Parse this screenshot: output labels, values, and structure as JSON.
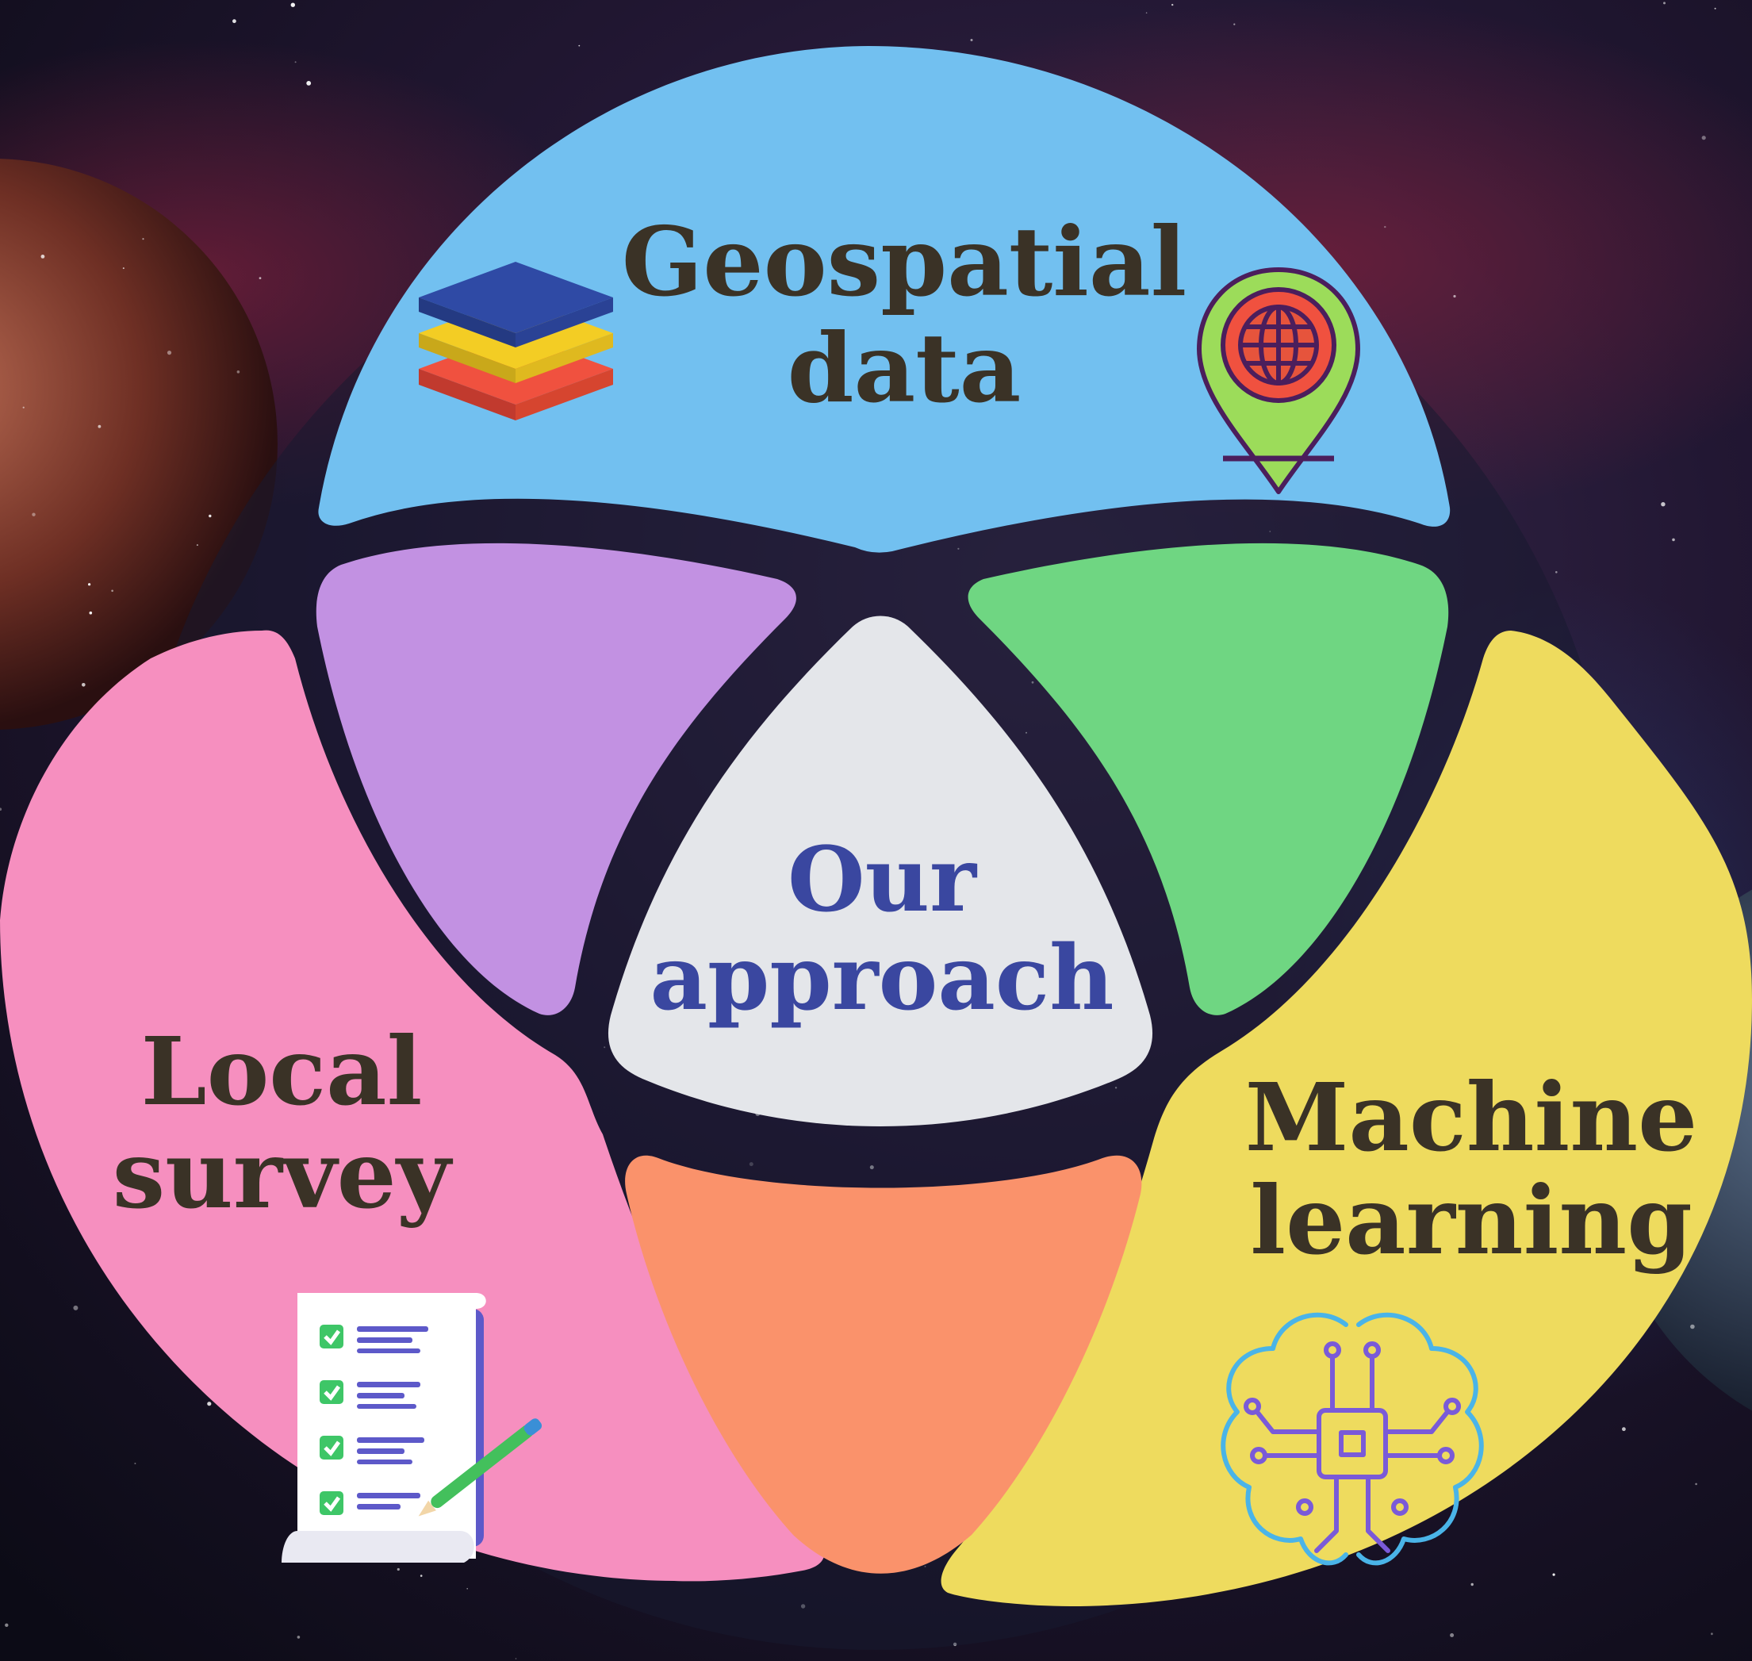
{
  "diagram": {
    "sections": {
      "geospatial": {
        "line1": "Geospatial",
        "line2": "data",
        "color": "#72c0f0",
        "icons": [
          "layers-icon",
          "globe-pin-icon"
        ]
      },
      "survey": {
        "line1": "Local",
        "line2": "survey",
        "color": "#f68fbf",
        "icons": [
          "checklist-icon"
        ]
      },
      "ml": {
        "line1": "Machine",
        "line2": "learning",
        "color": "#eedb5e",
        "icons": [
          "brain-circuit-icon"
        ]
      },
      "center": {
        "line1": "Our",
        "line2": "approach",
        "color": "#e4e6ea"
      }
    },
    "overlaps": {
      "geo_survey": "#c291e2",
      "geo_ml": "#6fd682",
      "survey_ml": "#fa926b"
    },
    "colors": {
      "label_text": "#3a3226",
      "center_text": "#3a47a0",
      "gap": "#181a30"
    }
  }
}
